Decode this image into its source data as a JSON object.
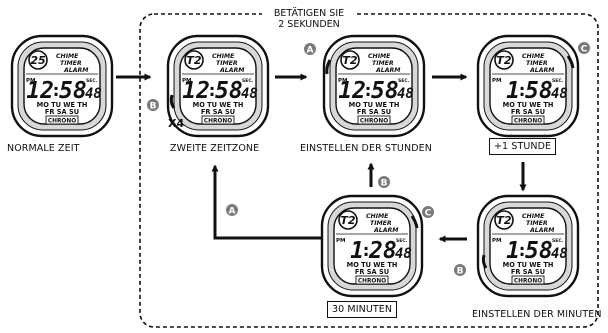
{
  "header": {
    "line1": "BETÄTIGEN SIE",
    "line2": "2 SEKUNDEN"
  },
  "watch_common": {
    "words": [
      "CHIME",
      "TIMER",
      "ALARM"
    ],
    "pm": "PM",
    "sec": "SEC.",
    "days_row1": "MO TU WE TH",
    "days_row2": "FR SA SU",
    "chrono": "CHRONO"
  },
  "watches": [
    {
      "badge": "25",
      "hour": "12",
      "colon": ":",
      "min": "58",
      "sec": "48"
    },
    {
      "badge": "T2",
      "hour": "12",
      "colon": ":",
      "min": "58",
      "sec": "48"
    },
    {
      "badge": "T2",
      "hour": "12",
      "colon": ":",
      "min": "58",
      "sec": "48"
    },
    {
      "badge": "T2",
      "hour": "1",
      "colon": ":",
      "min": "58",
      "sec": "48"
    },
    {
      "badge": "T2",
      "hour": "1",
      "colon": ":",
      "min": "58",
      "sec": "48"
    },
    {
      "badge": "T2",
      "hour": "1",
      "colon": ":",
      "min": "28",
      "sec": "48"
    }
  ],
  "button_letters": {
    "a": "A",
    "b": "B",
    "c": "C"
  },
  "press_count": "X4",
  "labels": {
    "normal": "NORMALE ZEIT",
    "second_zone": "ZWEITE ZEITZONE",
    "set_hours": "EINSTELLEN DER STUNDEN",
    "plus_hour": "+1 STUNDE",
    "set_minutes": "EINSTELLEN DER MINUTEN",
    "thirty_min": "30 MINUTEN"
  },
  "colors": {
    "line": "#111111",
    "button": "#7a7a7a",
    "lcd": "#ffffff"
  }
}
